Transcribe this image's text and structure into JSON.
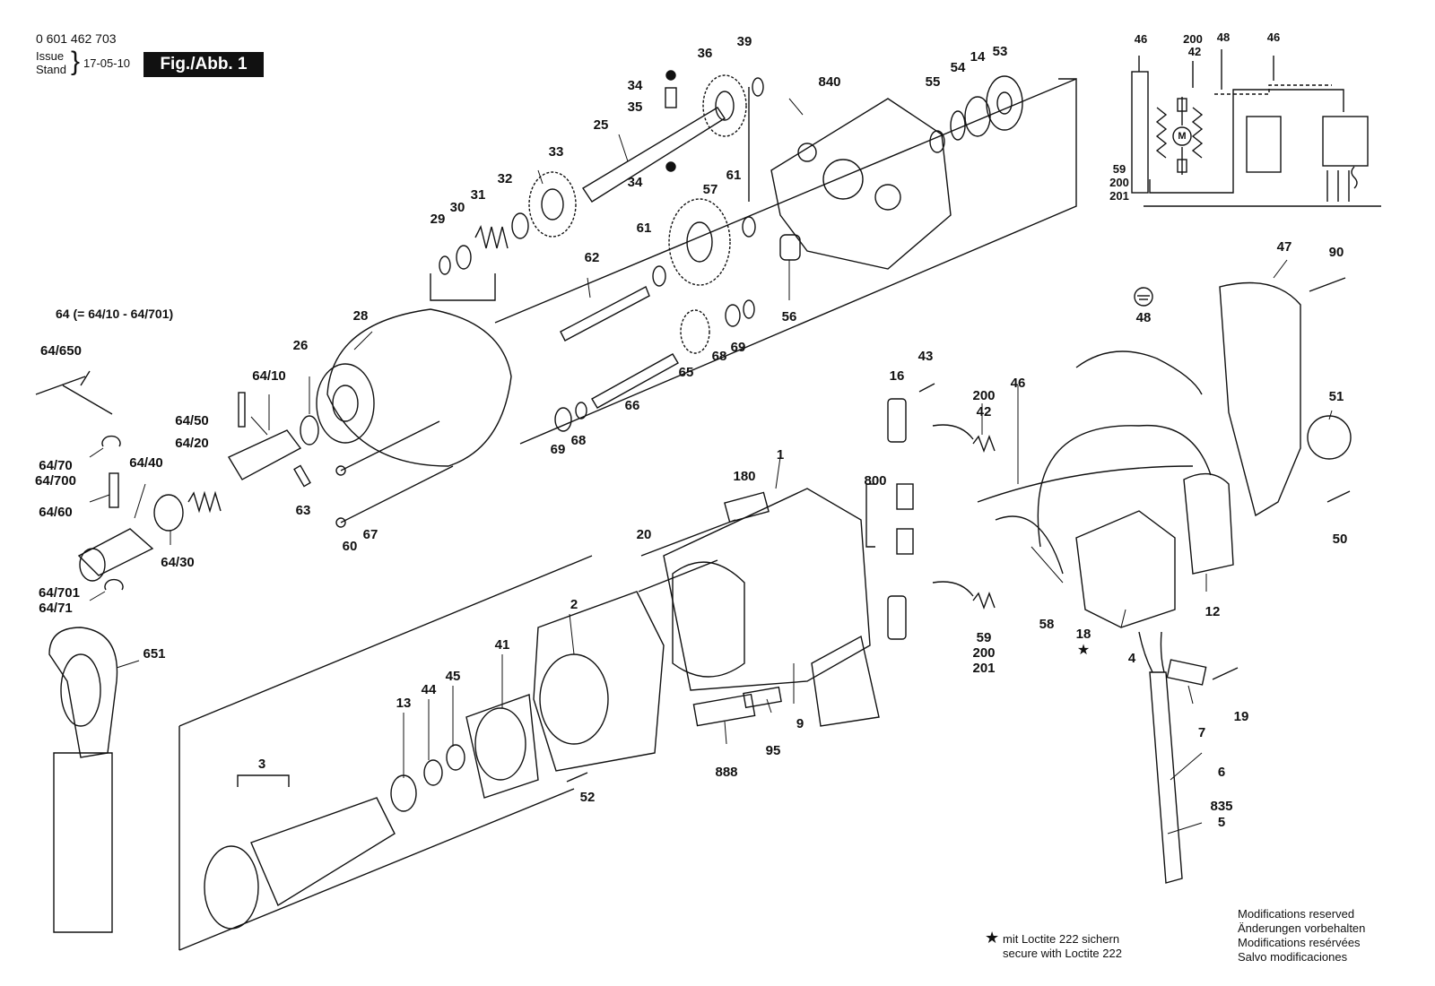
{
  "header": {
    "part_number": "0 601 462 703",
    "issue_label": "Issue",
    "stand_label": "Stand",
    "date": "17-05-10",
    "figure": "Fig./Abb. 1"
  },
  "group_note": "64 (= 64/10 - 64/701)",
  "loctite_note": {
    "star": "★",
    "line1": "mit Loctite 222 sichern",
    "line2": "secure with Loctite 222"
  },
  "modifications": [
    "Modifications reserved",
    "Änderungen vorbehalten",
    "Modifications resérvées",
    "Salvo modificaciones"
  ],
  "schematic": {
    "labels": [
      "46",
      "200",
      "42",
      "48",
      "46",
      "59",
      "200",
      "201"
    ],
    "motor_symbol": "M"
  },
  "parts": [
    {
      "id": "34a",
      "label": "34"
    },
    {
      "id": "35",
      "label": "35"
    },
    {
      "id": "36",
      "label": "36"
    },
    {
      "id": "39",
      "label": "39"
    },
    {
      "id": "840",
      "label": "840"
    },
    {
      "id": "55",
      "label": "55"
    },
    {
      "id": "54",
      "label": "54"
    },
    {
      "id": "14",
      "label": "14"
    },
    {
      "id": "53",
      "label": "53"
    },
    {
      "id": "25",
      "label": "25"
    },
    {
      "id": "33",
      "label": "33"
    },
    {
      "id": "34b",
      "label": "34"
    },
    {
      "id": "32",
      "label": "32"
    },
    {
      "id": "31",
      "label": "31"
    },
    {
      "id": "30",
      "label": "30"
    },
    {
      "id": "29",
      "label": "29"
    },
    {
      "id": "57",
      "label": "57"
    },
    {
      "id": "61a",
      "label": "61"
    },
    {
      "id": "61b",
      "label": "61"
    },
    {
      "id": "62",
      "label": "62"
    },
    {
      "id": "56",
      "label": "56"
    },
    {
      "id": "28",
      "label": "28"
    },
    {
      "id": "64-650",
      "label": "64/650"
    },
    {
      "id": "26",
      "label": "26"
    },
    {
      "id": "64-10",
      "label": "64/10"
    },
    {
      "id": "64-50",
      "label": "64/50"
    },
    {
      "id": "65",
      "label": "65"
    },
    {
      "id": "68a",
      "label": "68"
    },
    {
      "id": "69a",
      "label": "69"
    },
    {
      "id": "66",
      "label": "66"
    },
    {
      "id": "69b",
      "label": "69"
    },
    {
      "id": "68b",
      "label": "68"
    },
    {
      "id": "64-20",
      "label": "64/20"
    },
    {
      "id": "64-70",
      "label": "64/70"
    },
    {
      "id": "64-700",
      "label": "64/700"
    },
    {
      "id": "64-40",
      "label": "64/40"
    },
    {
      "id": "64-60",
      "label": "64/60"
    },
    {
      "id": "64-30",
      "label": "64/30"
    },
    {
      "id": "63",
      "label": "63"
    },
    {
      "id": "67",
      "label": "67"
    },
    {
      "id": "60",
      "label": "60"
    },
    {
      "id": "64-701",
      "label": "64/701"
    },
    {
      "id": "64-71",
      "label": "64/71"
    },
    {
      "id": "651",
      "label": "651"
    },
    {
      "id": "48",
      "label": "48"
    },
    {
      "id": "47",
      "label": "47"
    },
    {
      "id": "90",
      "label": "90"
    },
    {
      "id": "43",
      "label": "43"
    },
    {
      "id": "16",
      "label": "16"
    },
    {
      "id": "200a",
      "label": "200"
    },
    {
      "id": "42",
      "label": "42"
    },
    {
      "id": "46",
      "label": "46"
    },
    {
      "id": "51",
      "label": "51"
    },
    {
      "id": "1",
      "label": "1"
    },
    {
      "id": "180",
      "label": "180"
    },
    {
      "id": "800",
      "label": "800"
    },
    {
      "id": "20",
      "label": "20"
    },
    {
      "id": "50",
      "label": "50"
    },
    {
      "id": "2",
      "label": "2"
    },
    {
      "id": "41",
      "label": "41"
    },
    {
      "id": "45",
      "label": "45"
    },
    {
      "id": "44",
      "label": "44"
    },
    {
      "id": "13",
      "label": "13"
    },
    {
      "id": "59",
      "label": "59"
    },
    {
      "id": "200b",
      "label": "200"
    },
    {
      "id": "201",
      "label": "201"
    },
    {
      "id": "58",
      "label": "58"
    },
    {
      "id": "18",
      "label": "18"
    },
    {
      "id": "4",
      "label": "4"
    },
    {
      "id": "12",
      "label": "12"
    },
    {
      "id": "9",
      "label": "9"
    },
    {
      "id": "95",
      "label": "95"
    },
    {
      "id": "888",
      "label": "888"
    },
    {
      "id": "52",
      "label": "52"
    },
    {
      "id": "7",
      "label": "7"
    },
    {
      "id": "19",
      "label": "19"
    },
    {
      "id": "3",
      "label": "3"
    },
    {
      "id": "6",
      "label": "6"
    },
    {
      "id": "835",
      "label": "835"
    },
    {
      "id": "5",
      "label": "5"
    }
  ]
}
